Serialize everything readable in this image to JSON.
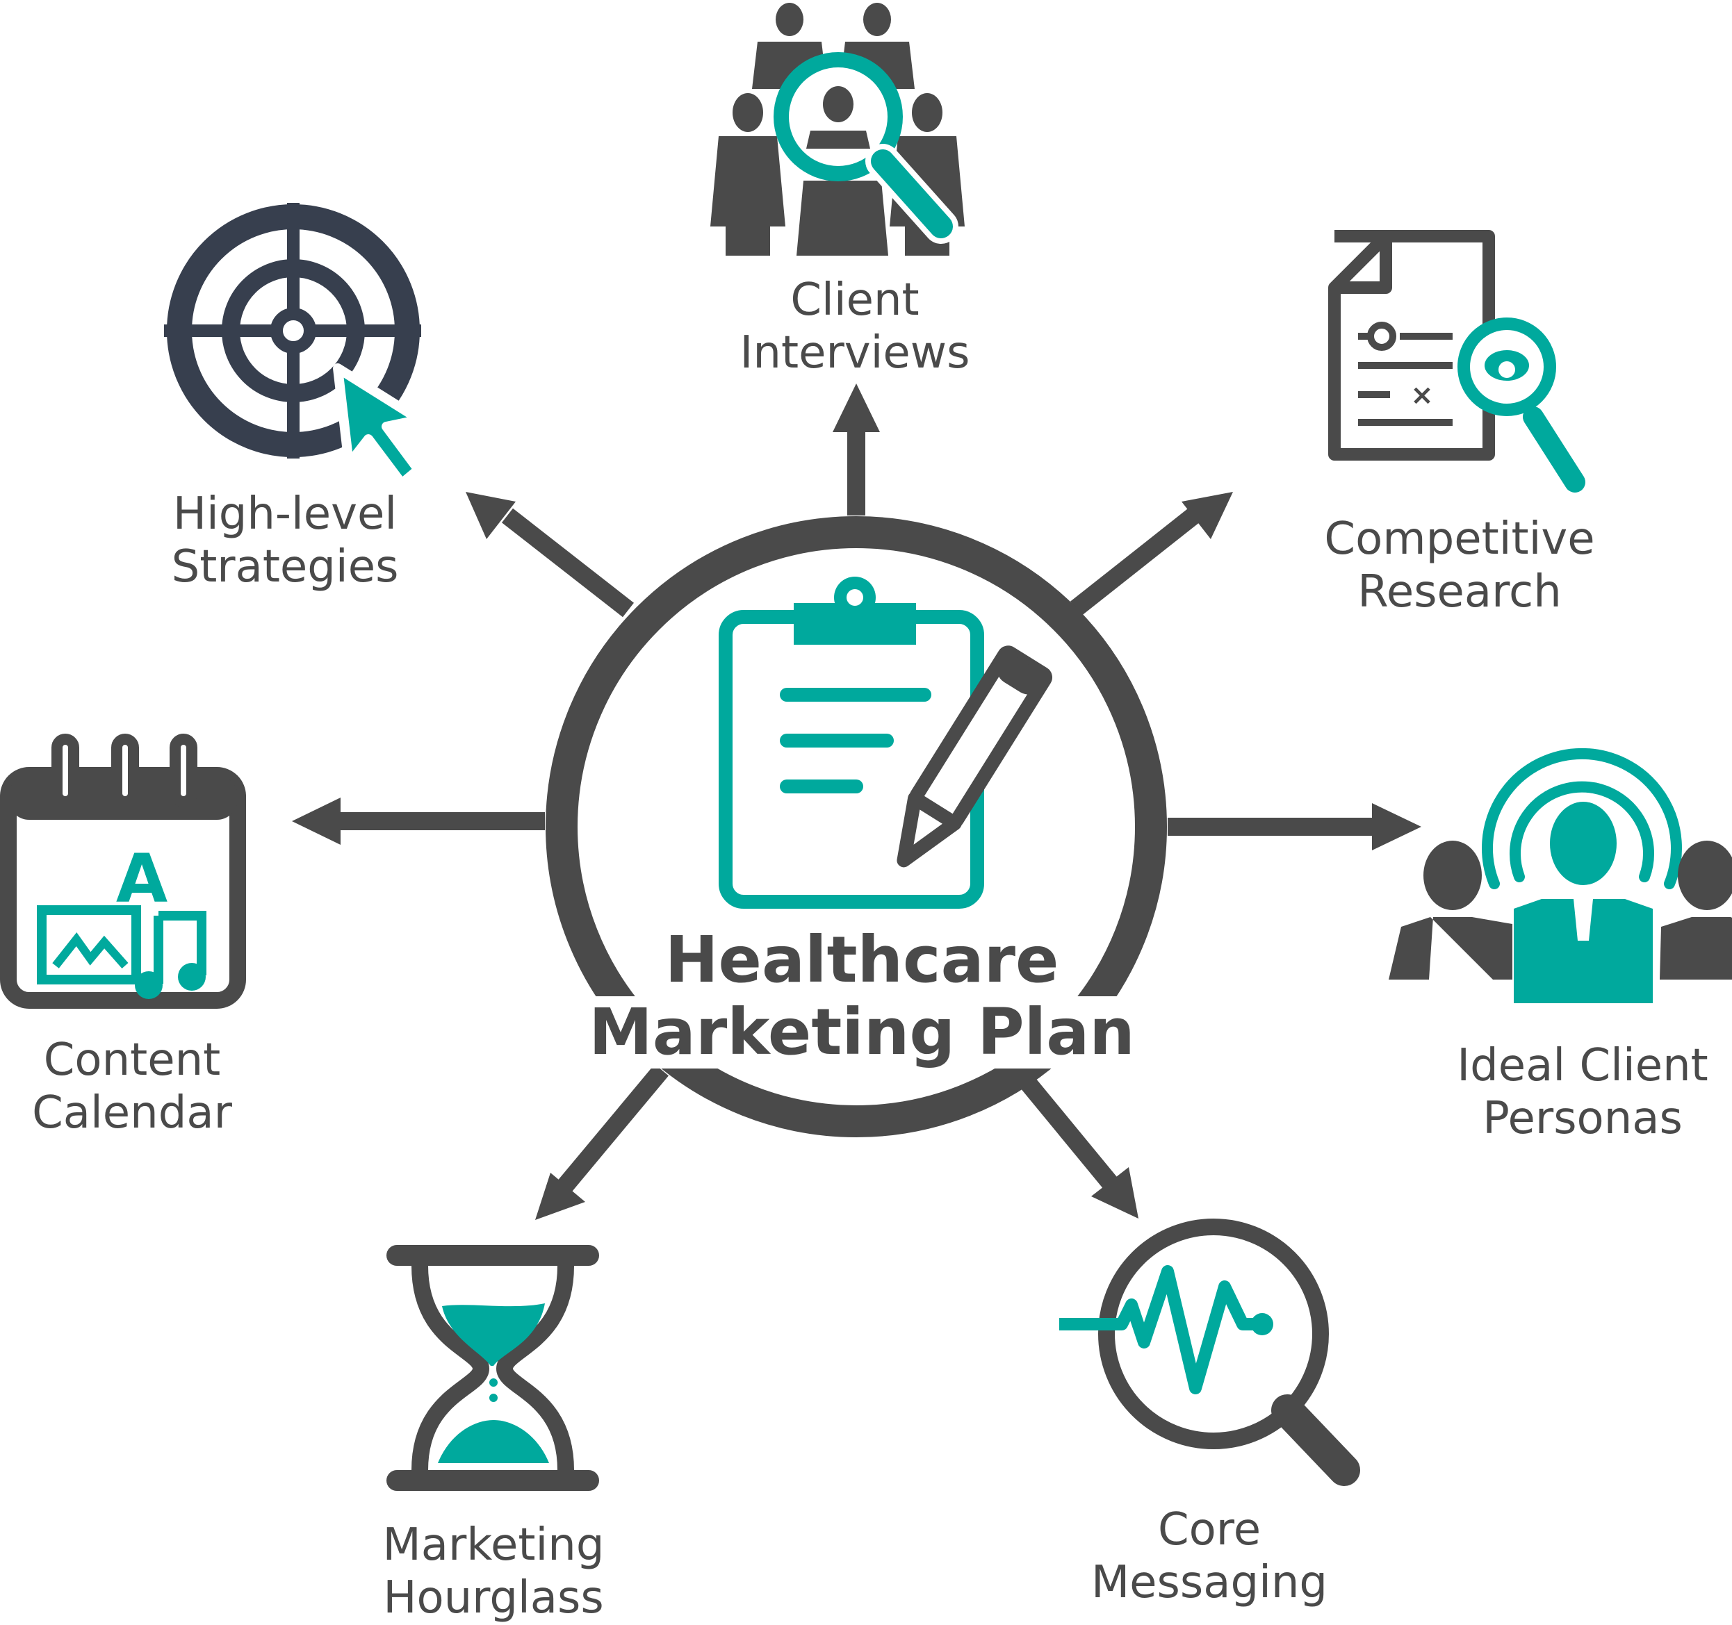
{
  "colors": {
    "teal": "#00a99d",
    "dark": "#4a4a4a",
    "navy": "#373f4e"
  },
  "center": {
    "line1": "Healthcare",
    "line2": "Marketing Plan",
    "icon": "clipboard-pencil-icon"
  },
  "nodes": {
    "client_interviews": {
      "line1": "Client",
      "line2": "Interviews",
      "icon": "people-magnifier-icon"
    },
    "competitive_research": {
      "line1": "Competitive",
      "line2": "Research",
      "icon": "document-magnifier-icon"
    },
    "ideal_client_personas": {
      "line1": "Ideal Client",
      "line2": "Personas",
      "icon": "persona-group-icon"
    },
    "core_messaging": {
      "line1": "Core",
      "line2": "Messaging",
      "icon": "pulse-magnifier-icon"
    },
    "marketing_hourglass": {
      "line1": "Marketing",
      "line2": "Hourglass",
      "icon": "hourglass-icon"
    },
    "content_calendar": {
      "line1": "Content",
      "line2": "Calendar",
      "icon": "calendar-media-icon"
    },
    "high_level_strategies": {
      "line1": "High-level",
      "line2": "Strategies",
      "icon": "target-cursor-icon"
    }
  }
}
